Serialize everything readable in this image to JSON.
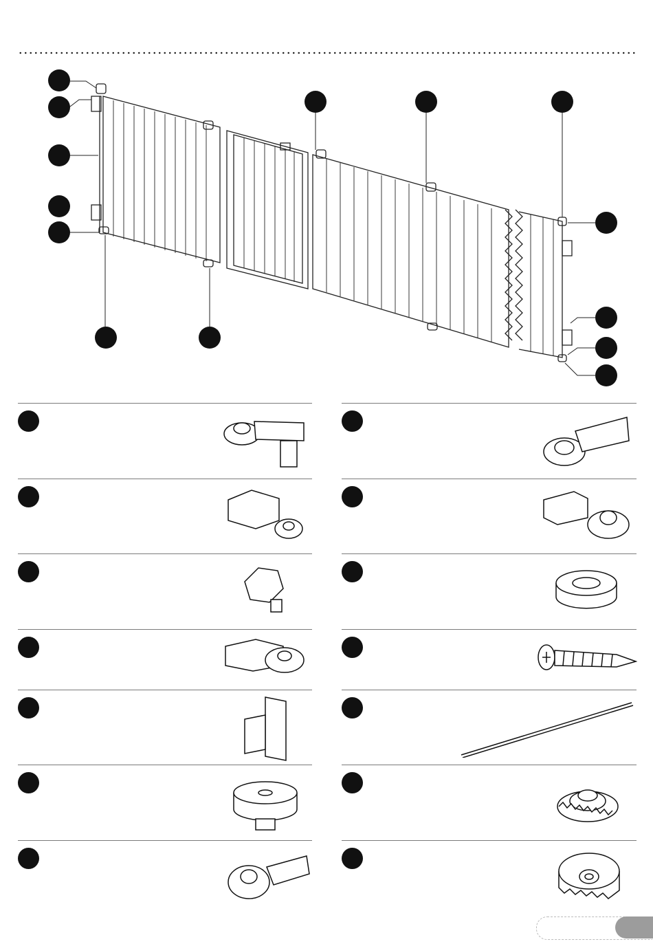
{
  "page": {
    "section_separator": "dotted-rule",
    "page_number_tab": ""
  },
  "overview": {
    "callout_markers": 16,
    "illustration": "gate-assembly-drawing"
  },
  "parts": [
    {
      "position": "left",
      "icon": "gear-mount-bracket-icon"
    },
    {
      "position": "right",
      "icon": "swing-bracket-icon"
    },
    {
      "position": "left",
      "icon": "clip-bracket-icon"
    },
    {
      "position": "right",
      "icon": "connector-bracket-icon"
    },
    {
      "position": "left",
      "icon": "knob-screw-icon"
    },
    {
      "position": "right",
      "icon": "ring-cup-icon"
    },
    {
      "position": "left",
      "icon": "gear-hinge-bracket-icon"
    },
    {
      "position": "right",
      "icon": "screw-icon"
    },
    {
      "position": "left",
      "icon": "wall-cup-icon"
    },
    {
      "position": "right",
      "icon": "rod-icon"
    },
    {
      "position": "left",
      "icon": "round-foot-icon"
    },
    {
      "position": "right",
      "icon": "serrated-gear-icon"
    },
    {
      "position": "left",
      "icon": "pivot-bracket-icon"
    },
    {
      "position": "right",
      "icon": "serrated-cup-icon"
    }
  ]
}
